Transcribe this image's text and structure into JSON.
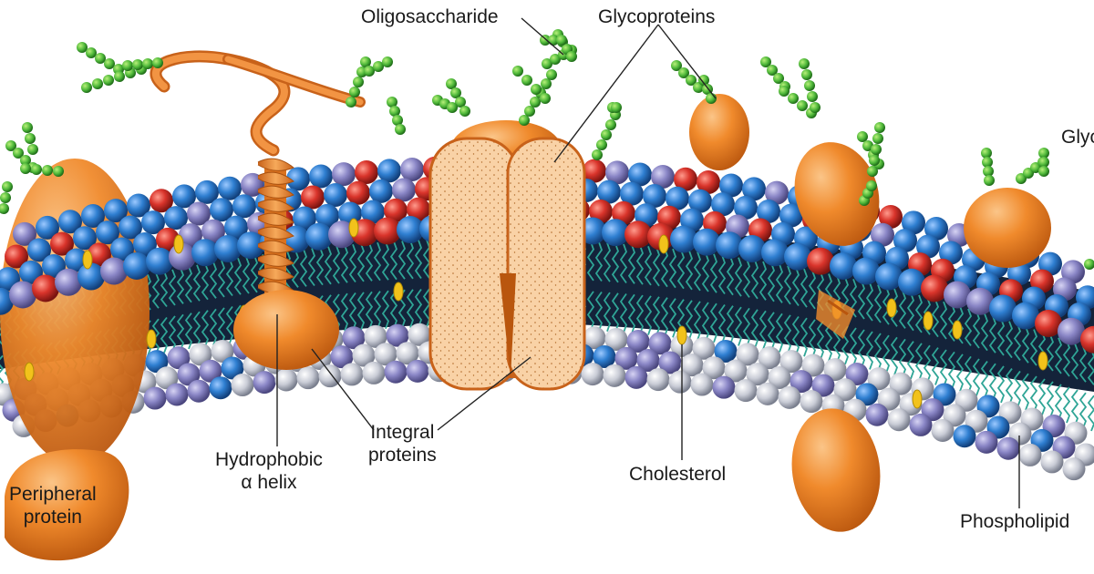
{
  "labels": {
    "oligosaccharide": "Oligosaccharide",
    "glycoproteins": "Glycoproteins",
    "glycolipid": "Glycolipid",
    "hydrophobic_line1": "Hydrophobic",
    "hydrophobic_line2": "α helix",
    "integral_line1": "Integral",
    "integral_line2": "proteins",
    "cholesterol": "Cholesterol",
    "peripheral_line1": "Peripheral",
    "peripheral_line2": "protein",
    "phospholipid": "Phospholipid"
  },
  "colors": {
    "protein_orange": "#f08a2c",
    "protein_highlight": "#f6b36a",
    "channel_fill": "#f9d2a6",
    "head_blue": "#2f7fd1",
    "head_red": "#d9342b",
    "head_purple": "#8a86c6",
    "head_grey": "#c9ccd6",
    "tail_teal": "#2fa596",
    "core_dark": "#14233a",
    "sugar_green": "#4fb83a",
    "cholesterol_yellow": "#f2c21b"
  }
}
